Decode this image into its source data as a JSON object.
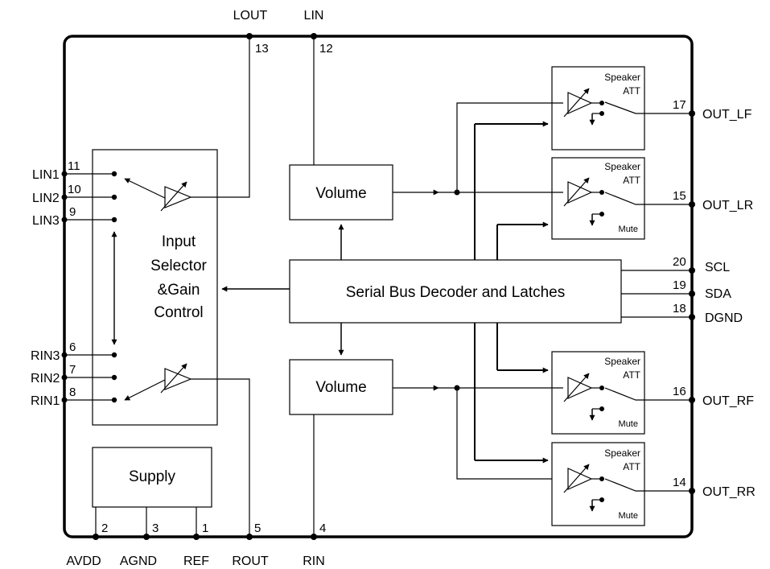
{
  "pins": {
    "lout": {
      "name": "LOUT",
      "num": "13"
    },
    "lin": {
      "name": "LIN",
      "num": "12"
    },
    "lin1": {
      "name": "LIN1",
      "num": "11"
    },
    "lin2": {
      "name": "LIN2",
      "num": "10"
    },
    "lin3": {
      "name": "LIN3",
      "num": "9"
    },
    "rin3": {
      "name": "RIN3",
      "num": "6"
    },
    "rin2": {
      "name": "RIN2",
      "num": "7"
    },
    "rin1": {
      "name": "RIN1",
      "num": "8"
    },
    "out_lf": {
      "name": "OUT_LF",
      "num": "17"
    },
    "out_lr": {
      "name": "OUT_LR",
      "num": "15"
    },
    "scl": {
      "name": "SCL",
      "num": "20"
    },
    "sda": {
      "name": "SDA",
      "num": "19"
    },
    "dgnd": {
      "name": "DGND",
      "num": "18"
    },
    "out_rf": {
      "name": "OUT_RF",
      "num": "16"
    },
    "out_rr": {
      "name": "OUT_RR",
      "num": "14"
    },
    "avdd": {
      "name": "AVDD",
      "num": "2"
    },
    "agnd": {
      "name": "AGND",
      "num": "3"
    },
    "ref": {
      "name": "REF",
      "num": "1"
    },
    "rout": {
      "name": "ROUT",
      "num": "5"
    },
    "rin": {
      "name": "RIN",
      "num": "4"
    }
  },
  "blocks": {
    "input_selector": [
      "Input",
      "Selector",
      "&Gain",
      "Control"
    ],
    "volume_top": "Volume",
    "volume_bottom": "Volume",
    "decoder": "Serial Bus Decoder and Latches",
    "supply": "Supply"
  },
  "speaker": {
    "line1": "Speaker",
    "line2": "ATT",
    "mute": "Mute"
  }
}
